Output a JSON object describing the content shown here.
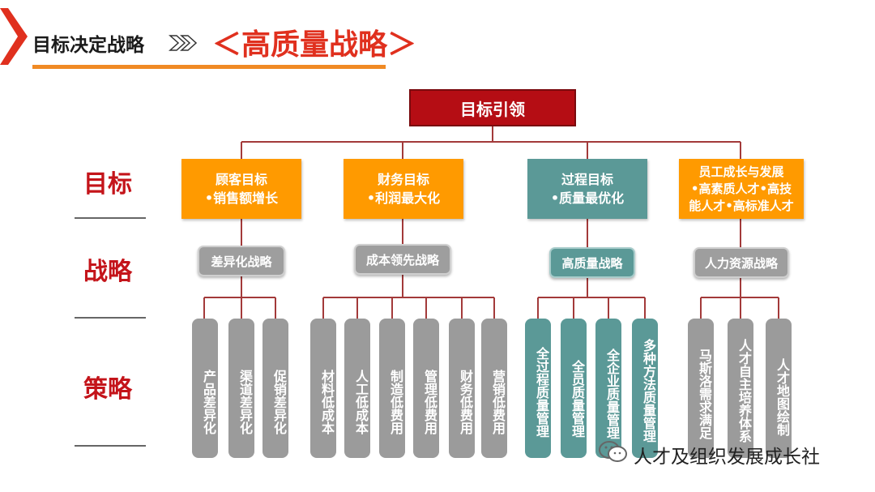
{
  "header": {
    "title": "目标决定战略",
    "arrow": "»",
    "subtitle": "＜高质量战略＞"
  },
  "row_labels": {
    "goals": "目标",
    "strategy": "战略",
    "tactics": "策略"
  },
  "top": {
    "label": "目标引领"
  },
  "goals": [
    {
      "line1": "顾客目标",
      "line2": "•销售额增长"
    },
    {
      "line1": "财务目标",
      "line2": "•利润最大化"
    },
    {
      "line1": "过程目标",
      "line2": "•质量最优化"
    },
    {
      "line1": "员工成长与发展",
      "line2": "•高素质人才•高技",
      "line3": "能人才•高标准人才"
    }
  ],
  "strategies": [
    "差异化战略",
    "成本领先战略",
    "高质量战略",
    "人力资源战略"
  ],
  "tactics": {
    "group1": [
      "产品差异化",
      "渠道差异化",
      "促销差异化"
    ],
    "group2": [
      "材料低成本",
      "人工低成本",
      "制造低费用",
      "管理低费用",
      "财务低费用",
      "营销低费用"
    ],
    "group3": [
      "全过程质量管理",
      "全员质量管理",
      "全企业质量管理",
      "多种方法质量管理"
    ],
    "group4": [
      "马斯洛需求满足",
      "人才自主培养体系",
      "人才地图绘制"
    ]
  },
  "watermark": "人才及组织发展成长社",
  "colors": {
    "accent_red": "#c4141a",
    "orange": "#ff9a00",
    "teal": "#5b9997",
    "gray": "#9b9b9b",
    "underline": "#f08a24"
  }
}
